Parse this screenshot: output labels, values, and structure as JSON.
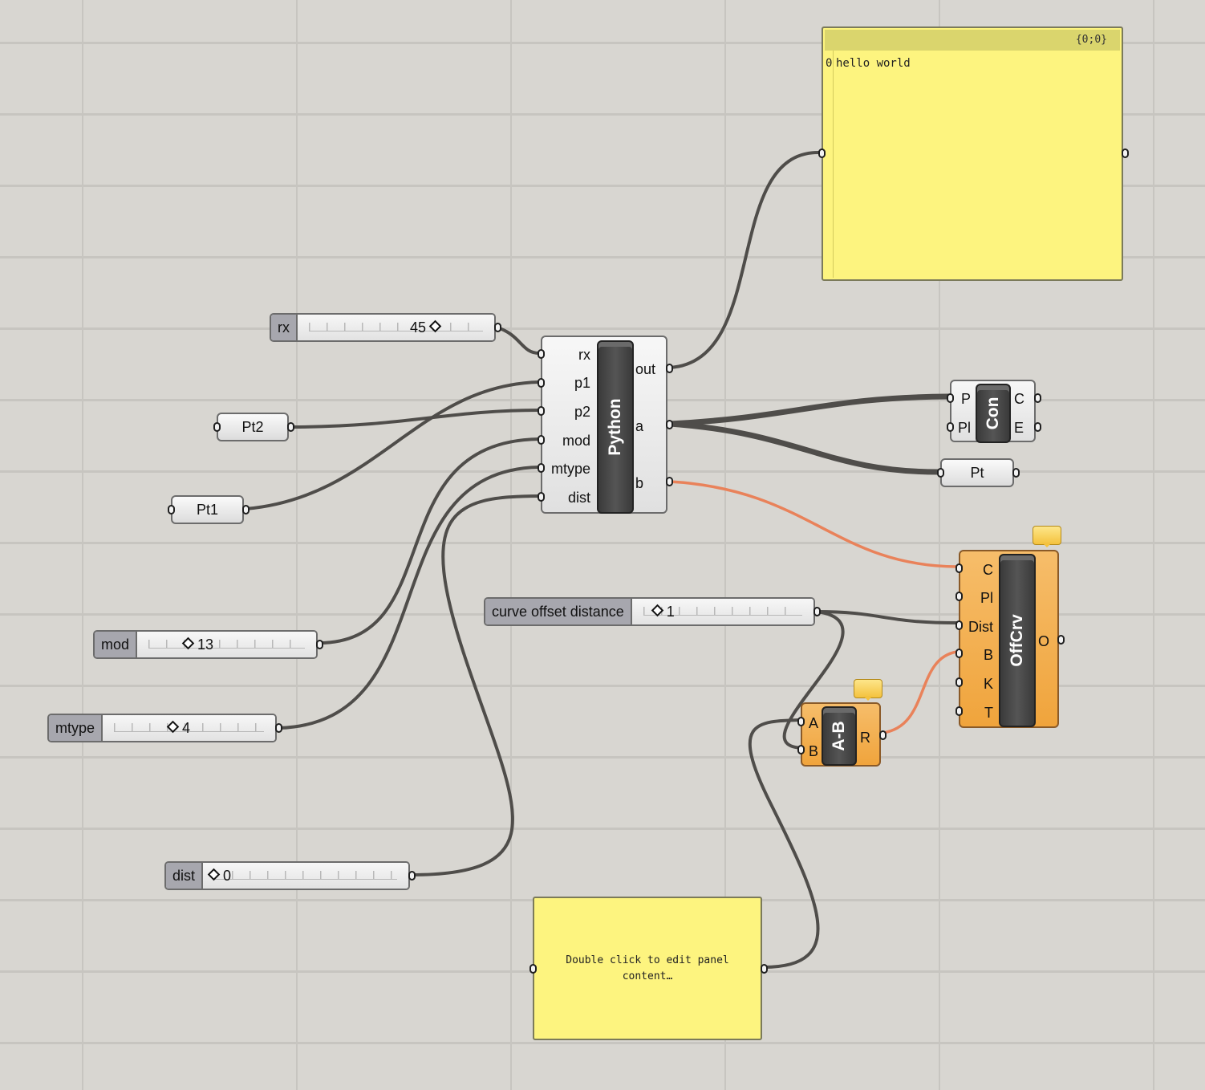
{
  "sliders": {
    "rx": {
      "label": "rx",
      "value": "45"
    },
    "mod": {
      "label": "mod",
      "value": "13"
    },
    "mtype": {
      "label": "mtype",
      "value": "4"
    },
    "dist": {
      "label": "dist",
      "value": "0"
    },
    "offset": {
      "label": "curve offset distance",
      "value": "1"
    }
  },
  "params": {
    "pt1": "Pt1",
    "pt2": "Pt2",
    "pt": "Pt"
  },
  "python": {
    "name": "Python",
    "inputs": [
      "rx",
      "p1",
      "p2",
      "mod",
      "mtype",
      "dist"
    ],
    "outputs": [
      "out",
      "a",
      "b"
    ]
  },
  "con": {
    "name": "Con",
    "inputs": [
      "P",
      "Pl"
    ],
    "outputs": [
      "C",
      "E"
    ]
  },
  "offcrv": {
    "name": "OffCrv",
    "inputs": [
      "C",
      "Pl",
      "Dist",
      "B",
      "K",
      "T"
    ],
    "output": "O"
  },
  "amb": {
    "name": "A-B",
    "inputs": [
      "A",
      "B"
    ],
    "output": "R"
  },
  "panel_top": {
    "path": "{0;0}",
    "index": "0",
    "text": "hello world"
  },
  "panel_bottom": {
    "text": "Double click to edit panel content…"
  },
  "colors": {
    "canvas": "#d8d6d1",
    "panel": "#fdf47f",
    "component_orange": "#f0a43c",
    "wire": "#4f4d4a",
    "wire_warning": "#e9825a"
  }
}
